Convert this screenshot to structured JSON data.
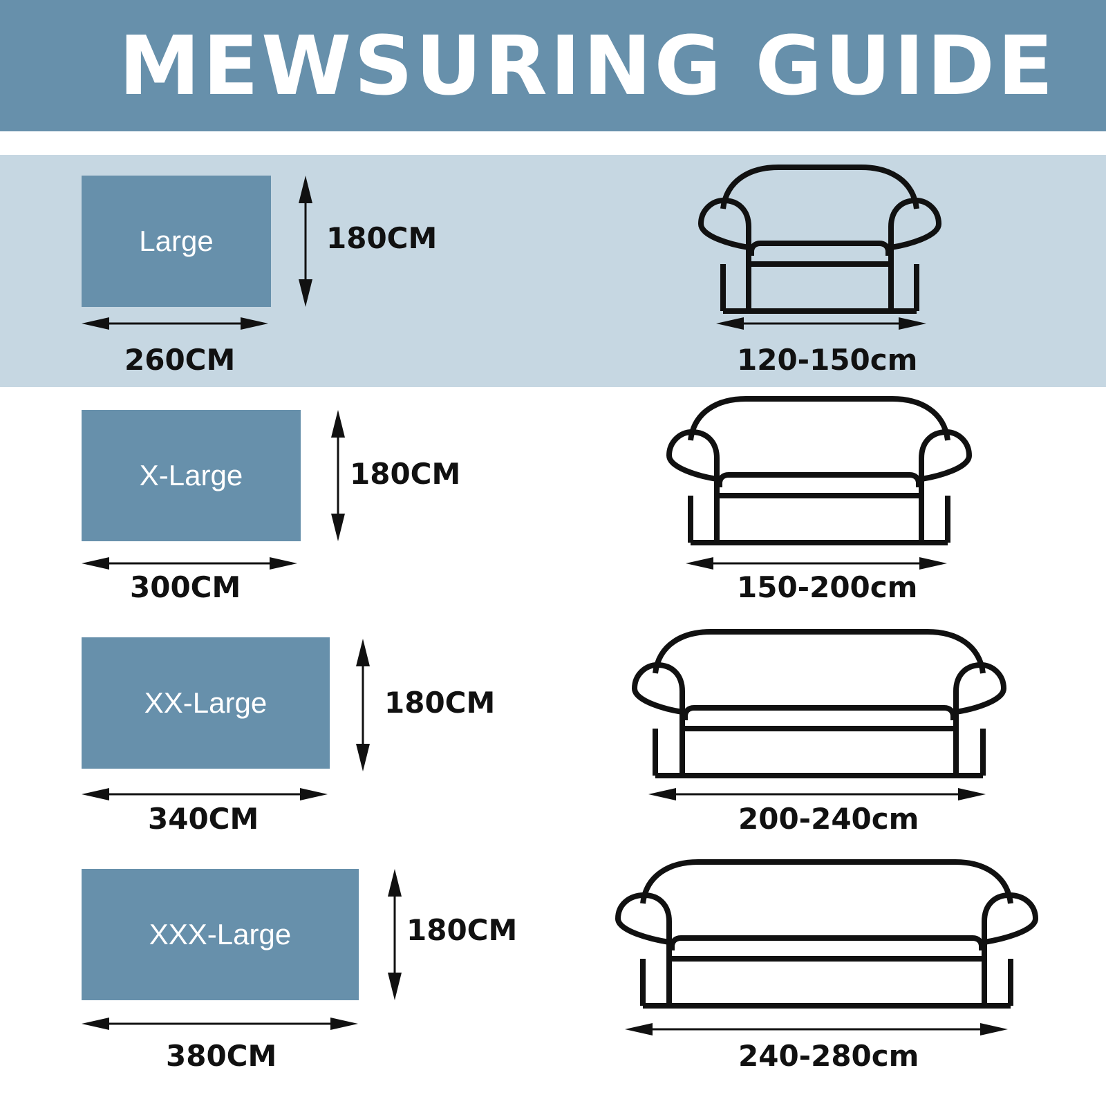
{
  "title": "MEWSURING GUIDE",
  "colors": {
    "header_bg": "#6790ab",
    "band_bg": "#c6d7e2",
    "box_bg": "#6790ab",
    "ink": "#111111"
  },
  "sizes": [
    {
      "label": "Large",
      "width": "260CM",
      "height": "180CM",
      "sofa_range": "120-150cm"
    },
    {
      "label": "X-Large",
      "width": "300CM",
      "height": "180CM",
      "sofa_range": "150-200cm"
    },
    {
      "label": "XX-Large",
      "width": "340CM",
      "height": "180CM",
      "sofa_range": "200-240cm"
    },
    {
      "label": "XXX-Large",
      "width": "380CM",
      "height": "180CM",
      "sofa_range": "240-280cm"
    }
  ],
  "icons": [
    "sofa-icon",
    "double-arrow-horizontal-icon",
    "double-arrow-vertical-icon"
  ]
}
